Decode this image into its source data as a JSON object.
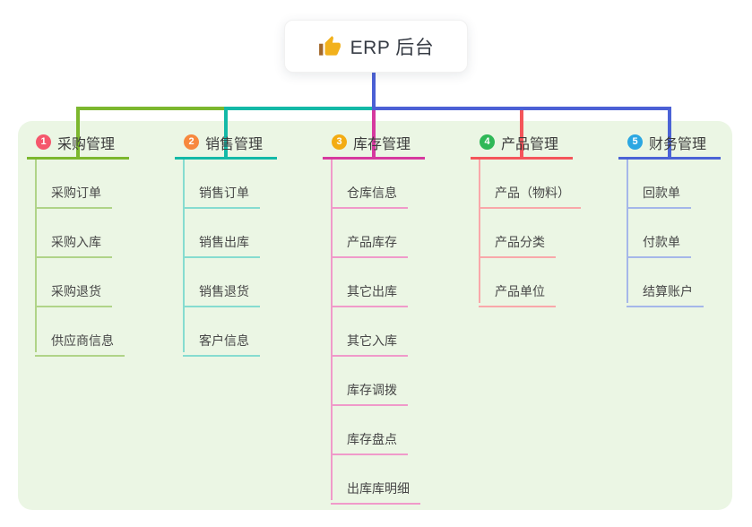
{
  "root_node": {
    "label": "ERP 后台",
    "icon": "thumbs-up-icon"
  },
  "branches": [
    {
      "badge": "1",
      "label": "采购管理",
      "badge_color": "#f5576c",
      "line_color": "#7cb72e",
      "child_line_color": "#b0d488",
      "children": [
        "采购订单",
        "采购入库",
        "采购退货",
        "供应商信息"
      ]
    },
    {
      "badge": "2",
      "label": "销售管理",
      "badge_color": "#f7883e",
      "line_color": "#13b9a7",
      "child_line_color": "#86dcd0",
      "children": [
        "销售订单",
        "销售出库",
        "销售退货",
        "客户信息"
      ]
    },
    {
      "badge": "3",
      "label": "库存管理",
      "badge_color": "#f3ac13",
      "line_color": "#d6399f",
      "child_line_color": "#f09aca",
      "children": [
        "仓库信息",
        "产品库存",
        "其它出库",
        "其它入库",
        "库存调拨",
        "库存盘点",
        "出库库明细"
      ]
    },
    {
      "badge": "4",
      "label": "产品管理",
      "badge_color": "#2fb857",
      "line_color": "#f4555a",
      "child_line_color": "#f9a8aa",
      "children": [
        "产品（物料）",
        "产品分类",
        "产品单位"
      ]
    },
    {
      "badge": "5",
      "label": "财务管理",
      "badge_color": "#2ba7e2",
      "line_color": "#4b63d6",
      "child_line_color": "#a5b7e9",
      "children": [
        "回款单",
        "付款单",
        "结算账户"
      ]
    }
  ],
  "colors": {
    "canvas_bg": "#ffffff",
    "panel_bg": "#ebf6e4",
    "root_connector": "#4b60d5",
    "icon_color": "#f2b11c",
    "icon_cuff_color": "#a2672b"
  }
}
